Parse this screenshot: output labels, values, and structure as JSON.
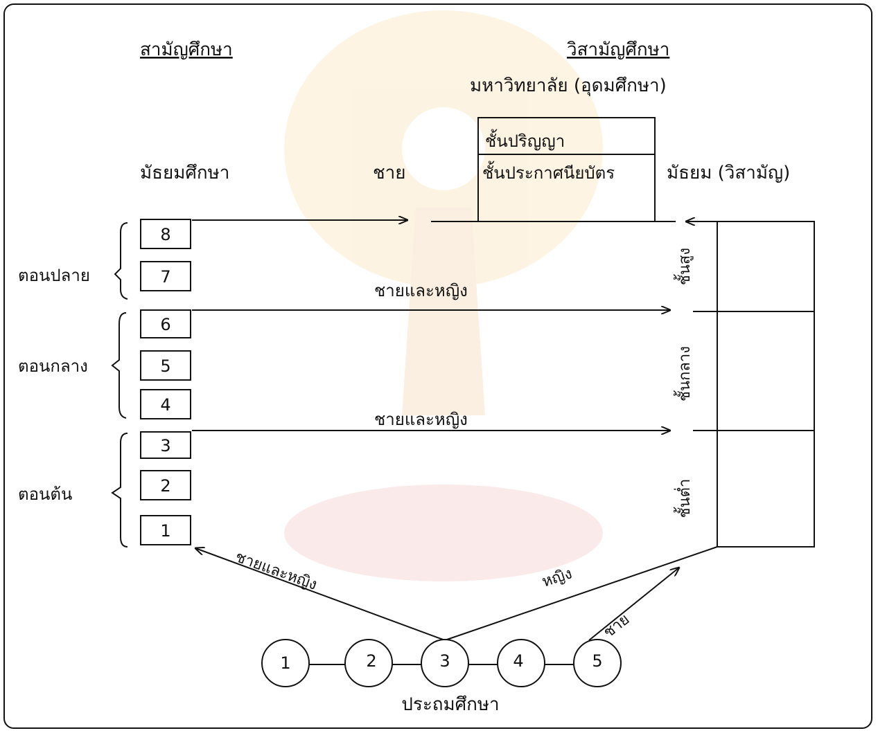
{
  "header": {
    "general_title": "สามัญศึกษา",
    "vocational_title": "วิสามัญศึกษา",
    "university_label": "มหาวิทยาลัย (อุดมศึกษา)"
  },
  "university_box": {
    "degree_label": "ชั้นปริญญา",
    "certificate_label": "ชั้นประกาศนียบัตร"
  },
  "secondary": {
    "general_label": "มัธยมศึกษา",
    "men_only_label": "ชาย",
    "vocational_label": "มัธยม (วิสามัญ)"
  },
  "grades": [
    "8",
    "7",
    "6",
    "5",
    "4",
    "3",
    "2",
    "1"
  ],
  "levels": {
    "upper": "ตอนปลาย",
    "middle": "ตอนกลาง",
    "lower": "ตอนต้น"
  },
  "flows": {
    "upper_transfer": "ชายและหญิง",
    "lower_transfer": "ชายและหญิง",
    "primary_to_general": "ชายและหญิง",
    "primary_to_vocational_women": "หญิง",
    "primary_to_vocational_men": "ชาย"
  },
  "vocational_levels": {
    "upper": "ชั้นสูง",
    "middle": "ชั้นกลาง",
    "lower": "ชั้นต่ำ"
  },
  "primary": {
    "label": "ประถมศึกษา",
    "grades": [
      "1",
      "2",
      "3",
      "4",
      "5"
    ]
  }
}
